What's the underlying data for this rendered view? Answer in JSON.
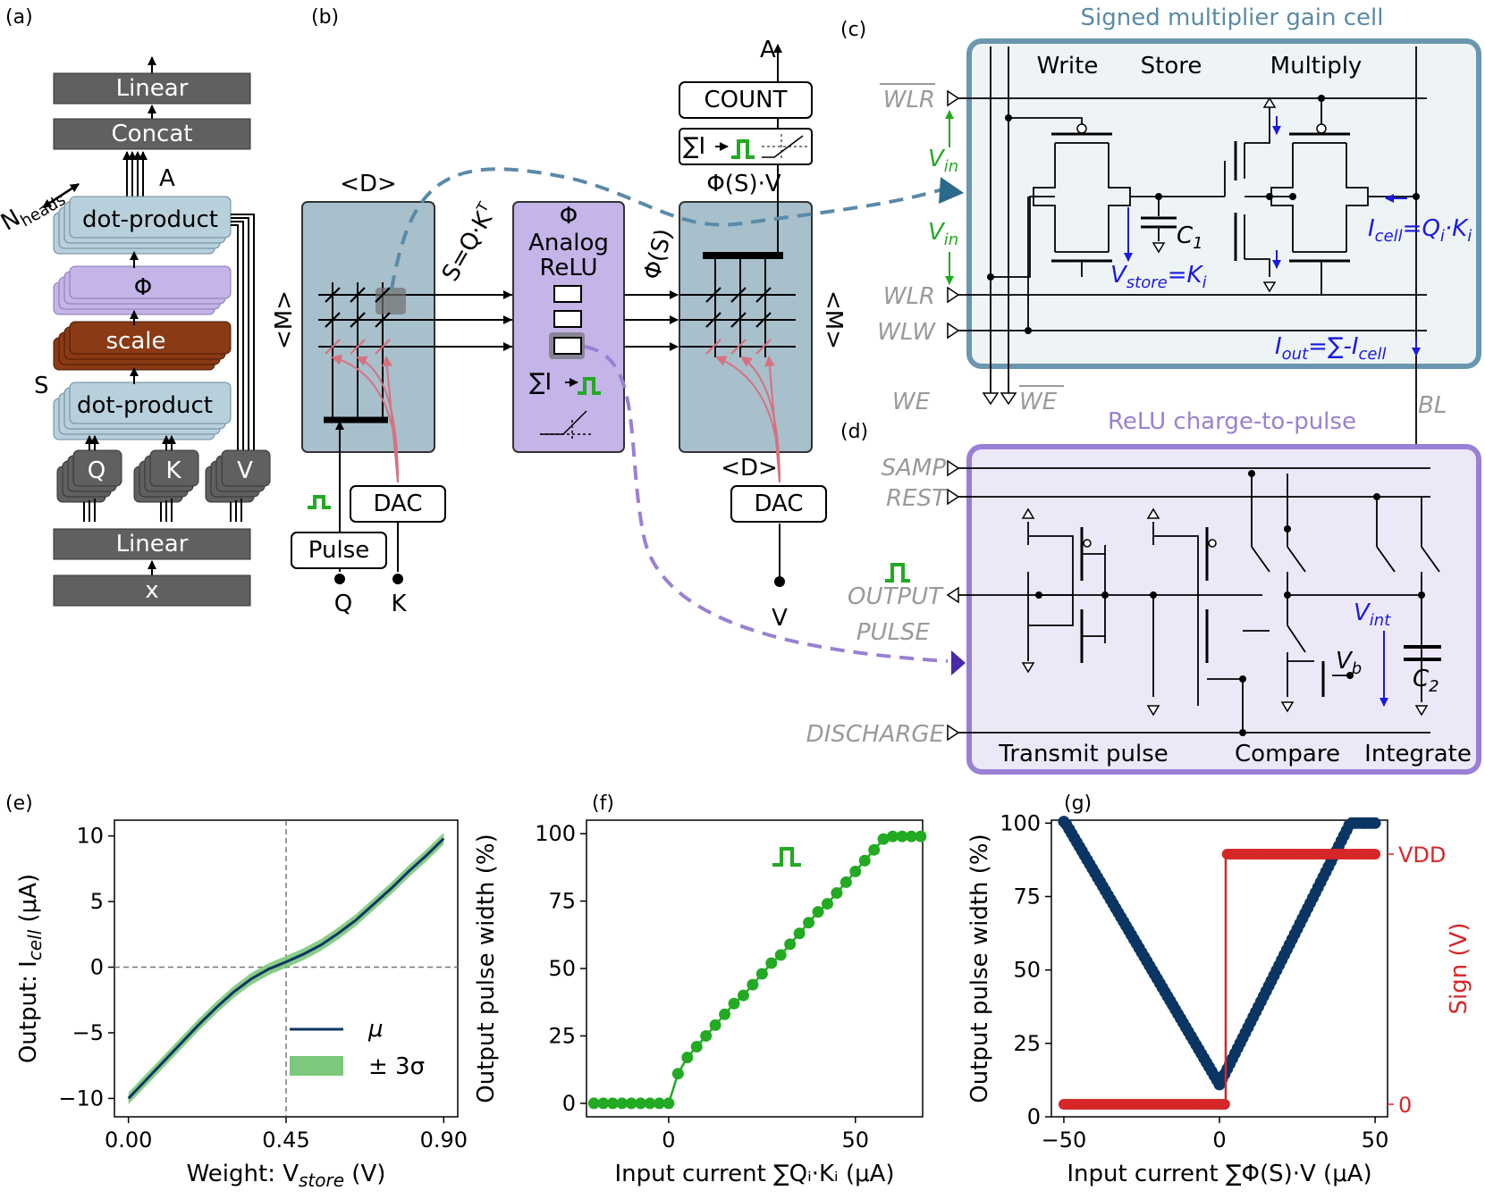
{
  "panels": {
    "a": "(a)",
    "b": "(b)",
    "c": "(c)",
    "d": "(d)",
    "e": "(e)",
    "f": "(f)",
    "g": "(g)"
  },
  "panel_a": {
    "linear_top": "Linear",
    "concat": "Concat",
    "a_label": "A",
    "nheads": "N",
    "nheads_sub": "heads",
    "dot1": "dot-product",
    "phi": "Φ",
    "scale": "scale",
    "s_label": "S",
    "dot2": "dot-product",
    "q": "Q",
    "k": "K",
    "v": "V",
    "linear_bottom": "Linear",
    "x": "x"
  },
  "panel_b": {
    "d_top": "<D>",
    "m_left": "<M>",
    "s_eq": "S=Q·K",
    "s_sup": "T",
    "phi_title": "Φ",
    "relu1": "Analog",
    "relu2": "ReLU",
    "phi_s": "Φ(S)",
    "sum_i": "∑I",
    "phis_v": "Φ(S)·V",
    "m_right": "<M>",
    "d_bottom": "<D>",
    "count": "COUNT",
    "a_out": "A",
    "dac_left": "DAC",
    "dac_right": "DAC",
    "pulse": "Pulse",
    "q_in": "Q",
    "k_in": "K",
    "v_in": "V"
  },
  "panel_c": {
    "title": "Signed multiplier gain cell",
    "write": "Write",
    "store": "Store",
    "multiply": "Multiply",
    "wlr_bar": "WLR",
    "wlr": "WLR",
    "wlw": "WLW",
    "we": "WE",
    "we_bar": "WE",
    "bl": "BL",
    "vin": "V",
    "vin_sub": "in",
    "c1": "C",
    "c1_sub": "1",
    "vstore": "V",
    "vstore_sub": "store",
    "vstore_eq": "=K",
    "vstore_eq_sub": "i",
    "icell": "I",
    "icell_sub": "cell",
    "icell_eq": "=Q",
    "icell_eq_sub": "i",
    "icell_eq2": "·K",
    "icell_eq2_sub": "i",
    "iout": "I",
    "iout_sub": "out",
    "iout_eq": "=∑-I",
    "iout_eq_sub": "cell"
  },
  "panel_d": {
    "title": "ReLU charge-to-pulse",
    "samp": "SAMP",
    "rest": "REST",
    "output": "OUTPUT",
    "pulse": "PULSE",
    "discharge": "DISCHARGE",
    "transmit": "Transmit pulse",
    "compare": "Compare",
    "integrate": "Integrate",
    "vint": "V",
    "vint_sub": "int",
    "vb": "V",
    "vb_sub": "b",
    "c2": "C",
    "c2_sub": "2"
  },
  "colors": {
    "gray_box": "#606060",
    "light_blue": "#b8d0dc",
    "lavender": "#c4b4e8",
    "brown": "#8a3a14",
    "panel_blue": "#a8c0cc",
    "panel_purple": "#c8b8ec",
    "cell_border": "#6a96b0",
    "cell_fill": "#eef3f6",
    "relu_border": "#9a80d4",
    "relu_fill": "#ece8f8",
    "green": "#22aa22",
    "pink": "#d87080",
    "navy": "#0b3563",
    "red": "#d62728",
    "blue_text": "#1a1ae0",
    "plot_green": "#7cc87c"
  },
  "chart_data": [
    {
      "type": "line",
      "panel": "(e)",
      "xlabel": "Weight: V",
      "xlabel_sub": "store",
      "xlabel_unit": " (V)",
      "ylabel": "Output: I",
      "ylabel_sub": "cell",
      "ylabel_unit": " (μA)",
      "xlim": [
        -0.04,
        0.94
      ],
      "ylim": [
        -11.4,
        11.2
      ],
      "xticks": [
        0.0,
        0.45,
        0.9
      ],
      "xtick_labels": [
        "0.00",
        "0.45",
        "0.90"
      ],
      "yticks": [
        -10,
        -5,
        0,
        5,
        10
      ],
      "ytick_labels": [
        "−10",
        "−5",
        "0",
        "5",
        "10"
      ],
      "ref_x": 0.45,
      "ref_y": 0,
      "legend_mu": "μ",
      "legend_sigma": "± 3σ",
      "legend_position": "lower-right",
      "series": [
        {
          "name": "μ",
          "x": [
            0.0,
            0.05,
            0.1,
            0.15,
            0.2,
            0.25,
            0.3,
            0.35,
            0.4,
            0.45,
            0.5,
            0.55,
            0.6,
            0.65,
            0.7,
            0.75,
            0.8,
            0.85,
            0.9
          ],
          "y": [
            -10.0,
            -8.6,
            -7.2,
            -5.8,
            -4.4,
            -3.1,
            -1.9,
            -0.9,
            -0.15,
            0.4,
            1.0,
            1.7,
            2.6,
            3.6,
            4.8,
            6.0,
            7.3,
            8.5,
            9.8
          ],
          "band": 0.45
        }
      ]
    },
    {
      "type": "line",
      "panel": "(f)",
      "xlabel": "Input current ∑Qᵢ·Kᵢ (μA)",
      "ylabel": "Output pulse width (%)",
      "xlim": [
        -22,
        68
      ],
      "ylim": [
        -5,
        105
      ],
      "xticks": [
        0,
        50
      ],
      "xtick_labels": [
        "0",
        "50"
      ],
      "yticks": [
        0,
        25,
        50,
        75,
        100
      ],
      "ytick_labels": [
        "0",
        "25",
        "50",
        "75",
        "100"
      ],
      "series": [
        {
          "name": "",
          "x": [
            -20,
            -17.5,
            -15,
            -12.5,
            -10,
            -7.5,
            -5,
            -2.5,
            0,
            2.5,
            5,
            7.5,
            10,
            12.5,
            15,
            17.5,
            20,
            22.5,
            25,
            27.5,
            30,
            32.5,
            35,
            37.5,
            40,
            42.5,
            45,
            47.5,
            50,
            52.5,
            55,
            57.5,
            60,
            62.5,
            65,
            67.5
          ],
          "y": [
            0,
            0,
            0,
            0,
            0,
            0,
            0,
            0,
            0,
            11,
            17,
            21,
            25,
            29,
            33,
            37,
            40,
            44,
            48,
            52,
            55,
            59,
            63,
            67,
            71,
            74,
            78,
            82,
            86,
            90,
            94,
            98,
            99,
            99,
            99,
            99
          ]
        }
      ]
    },
    {
      "type": "scatter",
      "panel": "(g)",
      "xlabel": "Input current ∑Φ(S)·V (μA)",
      "ylabel": "Output pulse width (%)",
      "ylabel_right": "Sign (V)",
      "xlim": [
        -54,
        54
      ],
      "ylim": [
        0,
        101
      ],
      "xticks": [
        -50,
        0,
        50
      ],
      "xtick_labels": [
        "−50",
        "0",
        "50"
      ],
      "yticks": [
        0,
        25,
        50,
        75,
        100
      ],
      "ytick_labels": [
        "0",
        "25",
        "50",
        "75",
        "100"
      ],
      "right_ticks": [
        "VDD",
        "0"
      ],
      "series": [
        {
          "name": "",
          "color": "#0b3563",
          "x_range": [
            -50,
            50
          ],
          "min_x": 0,
          "y_at_min": 11,
          "y_left": 101,
          "y_right": 100,
          "sat_x": 42
        },
        {
          "name": "",
          "color": "#d62728",
          "low": 0,
          "high": 1,
          "switch_x": 2
        }
      ]
    }
  ]
}
